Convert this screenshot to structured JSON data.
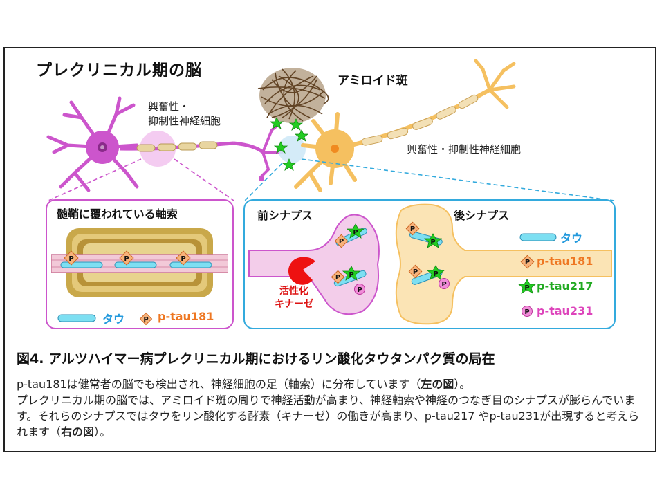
{
  "header": {
    "title": "プレクリニカル期の脳"
  },
  "labels": {
    "neuron_left": [
      "興奮性・",
      "抑制性神経細胞"
    ],
    "neuron_right": "興奮性・抑制性神経細胞",
    "plaque": "アミロイド斑"
  },
  "left_panel": {
    "title": "髄鞘に覆われている軸索",
    "legend_tau": "タウ",
    "legend_p181": "p-tau181"
  },
  "right_panel": {
    "pre_title": "前シナプス",
    "post_title": "後シナプス",
    "kinase": [
      "活性化",
      "キナーゼ"
    ],
    "legend": {
      "tau": "タウ",
      "p181": "p-tau181",
      "p217": "p-tau217",
      "p231": "p-tau231"
    }
  },
  "badge_letter": "P",
  "caption": "図4. アルツハイマー病プレクリニカル期におけるリン酸化タウタンパク質の局在",
  "body": {
    "p1_a": "p-tau181は健常者の脳でも検出され、神経細胞の足（軸索）に分布しています（",
    "p1_b": "左の図",
    "p1_c": "）。",
    "p2": "プレクリニカル期の脳では、アミロイド斑の周りで神経活動が高まり、神経軸索や神経のつなぎ目のシナプスが膨らんでいます。それらのシナプスではタウをリン酸化する酵素（キナーゼ）の働きが高まり、p-tau217 やp-tau231が出現すると考えられます（",
    "p2_b": "右の図",
    "p2_c": "）。"
  },
  "colors": {
    "tau": "#2299dd",
    "p181": "#ee7722",
    "p217": "#22aa22",
    "p231": "#dd44bb",
    "pink_neuron": "#cc55cc",
    "yellow_neuron": "#f5c060",
    "panel_blue": "#33aadd"
  }
}
